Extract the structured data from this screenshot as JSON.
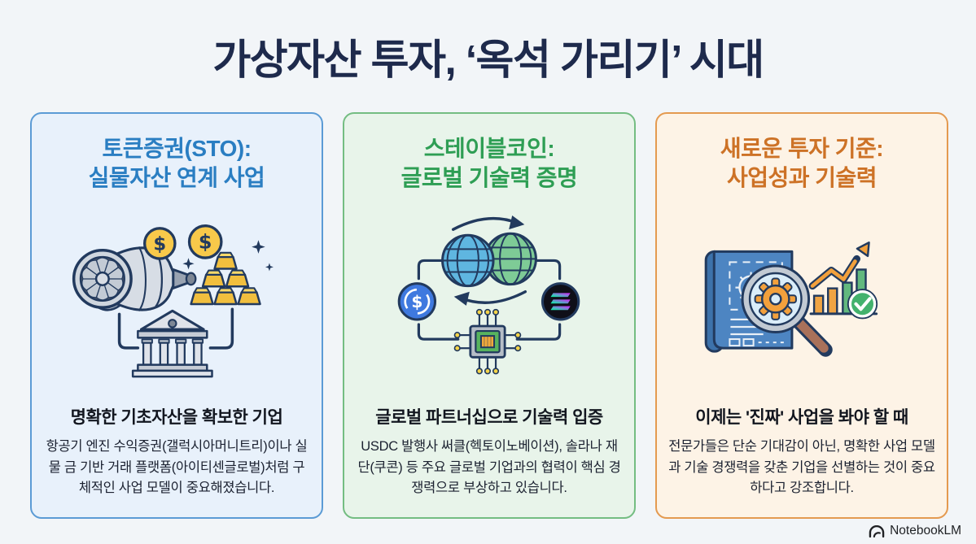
{
  "page": {
    "title": "가상자산 투자, ‘옥석 가리기’ 시대",
    "background": "#f2f5f8",
    "title_color": "#1e2a4c"
  },
  "symbols": {
    "dollar": "$"
  },
  "cards": [
    {
      "heading_line1": "토큰증권(STO):",
      "heading_line2": "실물자산 연계 사업",
      "subtitle": "명확한 기초자산을 확보한 기업",
      "body": "항공기 엔진 수익증권(갤럭시아머니트리)이나 실물 금 기반 거래 플랫폼(아이티센글로벌)처럼 구체적인 사업 모델이 중요해졌습니다.",
      "illustration_icons": [
        "jet-engine-icon",
        "dollar-coin-icon",
        "gold-bars-icon",
        "sparkle-icon",
        "bank-icon"
      ],
      "colors": {
        "accent": "#2a7ec2",
        "border": "#5b9bd5",
        "bg": "#e8f1fb"
      }
    },
    {
      "heading_line1": "스테이블코인:",
      "heading_line2": "글로벌 기술력 증명",
      "subtitle": "글로벌 파트너십으로 기술력 입증",
      "body": "USDC 발행사 써클(헥토이노베이션), 솔라나 재단(쿠콘) 등 주요 글로벌 기업과의 협력이 핵심 경쟁력으로 부상하고 있습니다.",
      "illustration_icons": [
        "linked-globes-icon",
        "exchange-arrows-icon",
        "usdc-coin-icon",
        "solana-coin-icon",
        "cpu-chip-icon"
      ],
      "colors": {
        "accent": "#2e9e54",
        "border": "#74bd82",
        "bg": "#e8f4ea"
      }
    },
    {
      "heading_line1": "새로운 투자 기준:",
      "heading_line2": "사업성과 기술력",
      "subtitle": "이제는 '진짜' 사업을 봐야 할 때",
      "body": "전문가들은 단순 기대감이 아닌, 명확한 사업 모델과 기술 경쟁력을 갖춘 기업을 선별하는 것이 중요하다고 강조합니다.",
      "illustration_icons": [
        "blueprint-icon",
        "magnifier-gear-icon",
        "growth-arrow-icon",
        "bar-chart-icon",
        "check-circle-icon"
      ],
      "colors": {
        "accent": "#cd7226",
        "border": "#e49a50",
        "bg": "#fdf3e6"
      }
    }
  ],
  "footer": {
    "brand": "NotebookLM"
  }
}
